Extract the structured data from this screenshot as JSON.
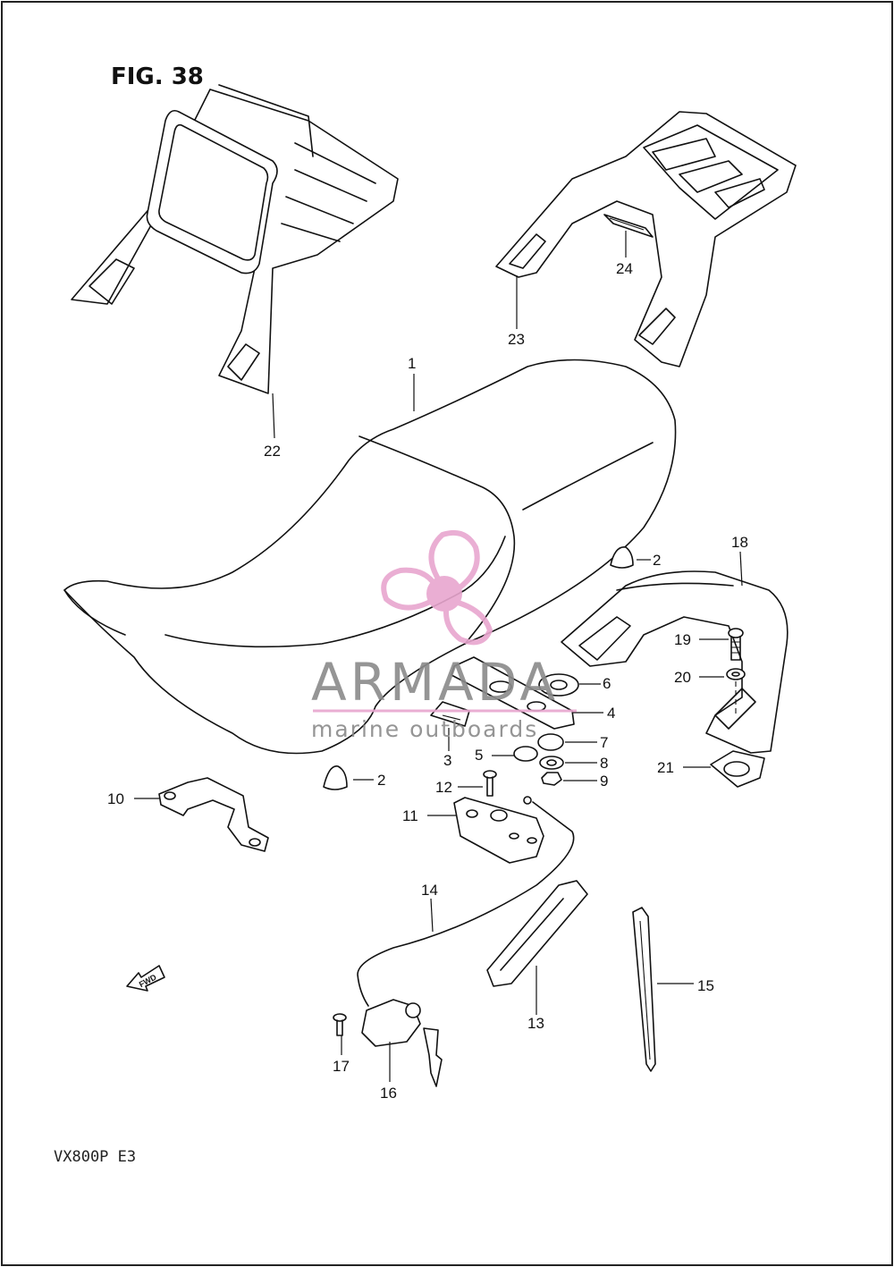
{
  "figure": {
    "title": "FIG. 38",
    "model": "VX800P  E3"
  },
  "watermark": {
    "brand": "ARMADA",
    "tagline": "marine outboards",
    "color_pink": "#e8a6cf",
    "color_gray": "#8a8a8a"
  },
  "fwd_label": "FWD",
  "callouts": [
    {
      "id": "c1",
      "label": "1"
    },
    {
      "id": "c2a",
      "label": "2"
    },
    {
      "id": "c2b",
      "label": "2"
    },
    {
      "id": "c3",
      "label": "3"
    },
    {
      "id": "c4",
      "label": "4"
    },
    {
      "id": "c5",
      "label": "5"
    },
    {
      "id": "c6",
      "label": "6"
    },
    {
      "id": "c7",
      "label": "7"
    },
    {
      "id": "c8",
      "label": "8"
    },
    {
      "id": "c9",
      "label": "9"
    },
    {
      "id": "c10",
      "label": "10"
    },
    {
      "id": "c11",
      "label": "11"
    },
    {
      "id": "c12",
      "label": "12"
    },
    {
      "id": "c13",
      "label": "13"
    },
    {
      "id": "c14",
      "label": "14"
    },
    {
      "id": "c15",
      "label": "15"
    },
    {
      "id": "c16",
      "label": "16"
    },
    {
      "id": "c17",
      "label": "17"
    },
    {
      "id": "c18",
      "label": "18"
    },
    {
      "id": "c19",
      "label": "19"
    },
    {
      "id": "c20",
      "label": "20"
    },
    {
      "id": "c21",
      "label": "21"
    },
    {
      "id": "c22",
      "label": "22"
    },
    {
      "id": "c23",
      "label": "23"
    },
    {
      "id": "c24",
      "label": "24"
    }
  ]
}
